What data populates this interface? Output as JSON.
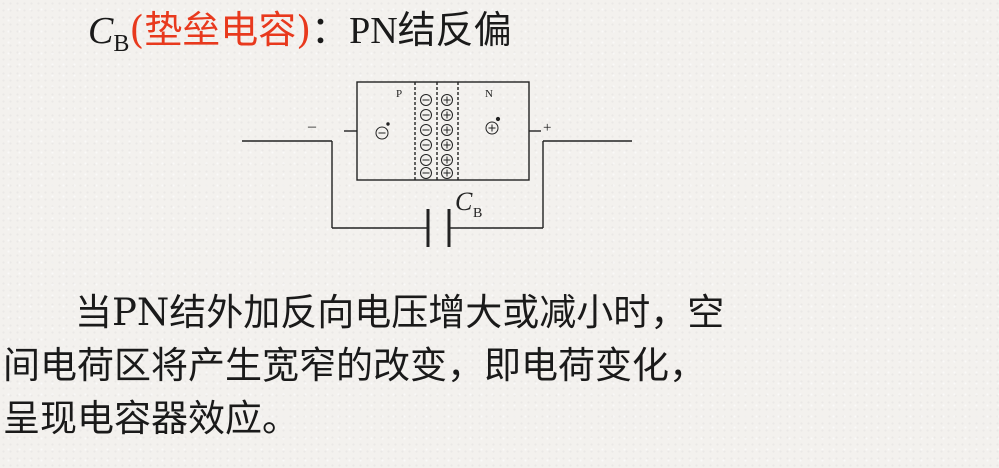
{
  "title": {
    "symbol": "C",
    "symbol_sub": "B",
    "open_paren": "(",
    "red_text": "垫垒电容",
    "close_paren": ")",
    "colon": "：",
    "latin": "PN",
    "rest": "结反偏"
  },
  "diagram": {
    "label_p": "P",
    "label_n": "N",
    "minus_sign": "–",
    "plus_sign": "+",
    "cap_symbol": "C",
    "cap_sub": "B"
  },
  "body": {
    "line1": "当PN结外加反向电压增大或减小时，空",
    "line2": "间电荷区将产生宽窄的改变，即电荷变化，",
    "line3": "呈现电容器效应。"
  },
  "colors": {
    "accent_red": "#e8391d",
    "text": "#1a1a1a"
  }
}
